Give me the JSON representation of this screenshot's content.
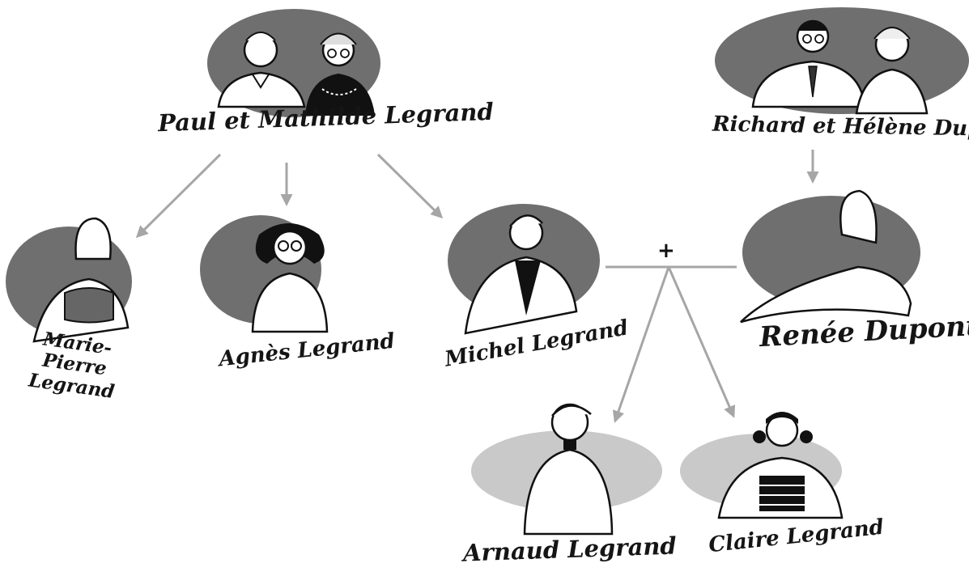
{
  "people": {
    "grandparents_paternal": "Paul et Mathilde Legrand",
    "grandparents_maternal": "Richard et Hélène Dupont",
    "aunt1": "Marie-Pierre Legrand",
    "aunt2": "Agnès Legrand",
    "father": "Michel Legrand",
    "mother": "Renée Dupont",
    "son": "Arnaud Legrand",
    "daughter": "Claire Legrand"
  },
  "union_symbol": "+",
  "colors": {
    "dark_oval": "#6f6f6f",
    "light_oval": "#c9c9c9",
    "arrow": "#a6a6a6",
    "ink": "#151515"
  }
}
